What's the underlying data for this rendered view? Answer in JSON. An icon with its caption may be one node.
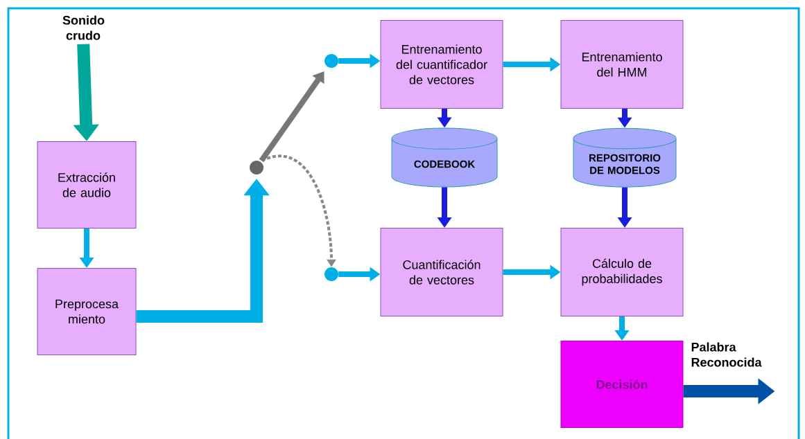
{
  "diagram": {
    "nodes": [
      {
        "text": [
          "Sonido crudo"
        ]
      },
      {
        "text": [
          "Extracción de audio"
        ]
      },
      {
        "text": [
          "Preprocesa miento"
        ]
      },
      {
        "text": [],
        "shape": "circle"
      },
      {
        "text": [],
        "shape": "circle"
      },
      {
        "text": [],
        "shape": "circle"
      },
      {
        "text": [
          "Entrenamiento del cuantificador de vectores"
        ]
      },
      {
        "text": [
          "Entrenamiento del HMM"
        ]
      },
      {
        "text": [
          "CODEBOOK"
        ]
      },
      {
        "text": [
          "REPOSITORIO DE MODELOS"
        ]
      },
      {
        "text": [
          "Cuantificación de vectores"
        ]
      },
      {
        "text": [
          "Cálculo de probabilidades"
        ]
      },
      {
        "text": [
          "Decisión"
        ]
      }
    ],
    "edges": [
      {
        "from": 0,
        "to": 1,
        "arrow": "to",
        "style": "thick",
        "color": "#00a89c"
      },
      {
        "from": 1,
        "to": 2,
        "arrow": "to"
      },
      {
        "from": 2,
        "to": 3,
        "arrow": "to",
        "style": "thick"
      },
      {
        "from": 3,
        "to": 4,
        "arrow": "to",
        "color": "#777777"
      },
      {
        "from": 3,
        "to": 5,
        "arrow": "to",
        "style": "dashed",
        "color": "#888888"
      },
      {
        "from": 4,
        "to": 6,
        "arrow": "to"
      },
      {
        "from": 5,
        "to": 10,
        "arrow": "to"
      },
      {
        "from": 6,
        "to": 7,
        "arrow": "to"
      },
      {
        "from": 6,
        "to": 8,
        "arrow": "to",
        "color": "#1c1ce0"
      },
      {
        "from": 7,
        "to": 9,
        "arrow": "to",
        "color": "#1c1ce0"
      },
      {
        "from": 8,
        "to": 10,
        "arrow": "to",
        "color": "#1c1ce0"
      },
      {
        "from": 9,
        "to": 11,
        "arrow": "to",
        "color": "#1c1ce0"
      },
      {
        "from": 10,
        "to": 11,
        "arrow": "to"
      },
      {
        "from": 11,
        "to": 12,
        "arrow": "to"
      },
      {
        "from": 12,
        "to": null,
        "arrow": "to",
        "style": "thick",
        "color": "#0050a8",
        "label": "Palabra Reconocida"
      }
    ]
  }
}
